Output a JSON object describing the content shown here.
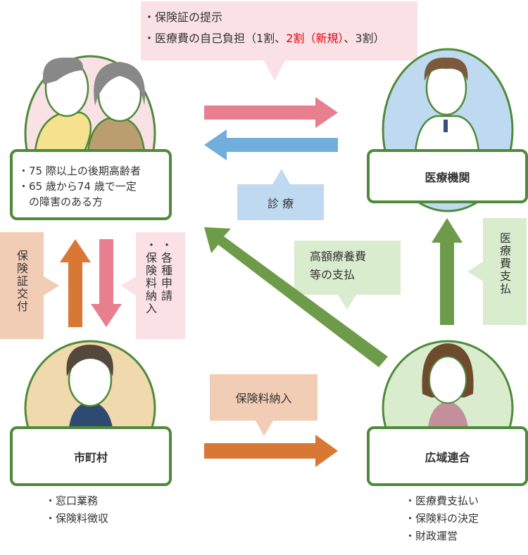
{
  "top_callout": {
    "line1": "・保険証の提示",
    "line2_prefix": "・医療費の自己負担（1割、",
    "line2_highlight": "2割（新規）",
    "line2_suffix": "、3割）"
  },
  "insured": {
    "lines": [
      "・75 際以上の後期高齢者",
      "・65 歳から74 歳で一定",
      "　の障害のある方"
    ]
  },
  "hospital": {
    "label": "医療機関"
  },
  "shinryo": {
    "label": "診 療"
  },
  "municipality": {
    "label": "市町村",
    "duties": [
      "・窓口業務",
      "・保険料徴収"
    ]
  },
  "union": {
    "label": "広域連合",
    "duties": [
      "・医療費支払い",
      "・保険料の決定",
      "・財政運営"
    ]
  },
  "card_issue": {
    "label": "保険証交付"
  },
  "applications": {
    "items": [
      "・各種申請",
      "・保険料納入"
    ]
  },
  "high_cost": {
    "lines": [
      "高額療養費",
      "等の支払"
    ]
  },
  "medical_payment": {
    "label": "医療費支払"
  },
  "premium_payment": {
    "label": "保険料納入"
  },
  "colors": {
    "green": "#4e8a3a",
    "pink": "#e77f8f",
    "blue": "#71aedc",
    "orange": "#d97735",
    "arrow_green": "#6e9b4a"
  }
}
